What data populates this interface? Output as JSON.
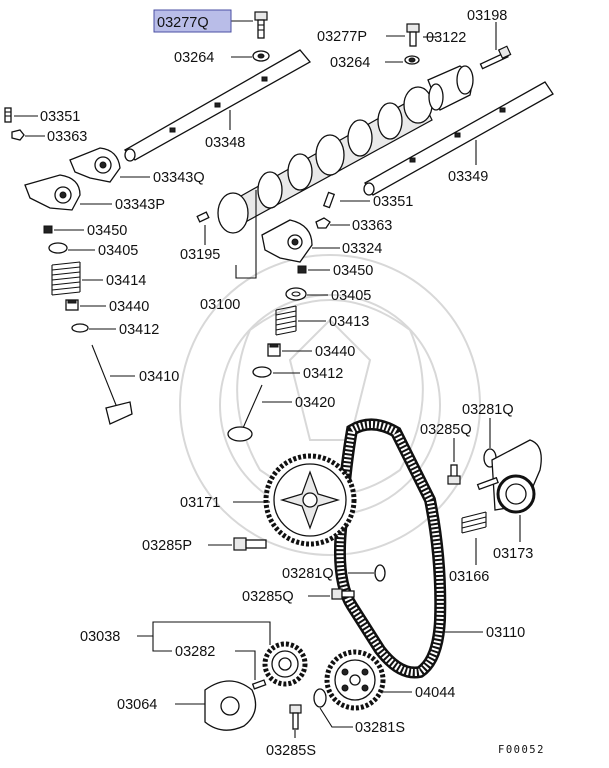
{
  "diagram": {
    "highlighted_part": "03277Q",
    "figure_ref": "F00052",
    "labels": {
      "p03277Q_hl": "03277Q",
      "p03264_a": "03264",
      "p03277P": "03277P",
      "p03122": "03122",
      "p03198": "03198",
      "p03264_b": "03264",
      "p03351_a": "03351",
      "p03363_a": "03363",
      "p03348": "03348",
      "p03343Q": "03343Q",
      "p03343P": "03343P",
      "p03349": "03349",
      "p03351_b": "03351",
      "p03363_b": "03363",
      "p03450_a": "03450",
      "p03405_a": "03405",
      "p03195": "03195",
      "p03324": "03324",
      "p03414": "03414",
      "p03450_b": "03450",
      "p03440_a": "03440",
      "p03100": "03100",
      "p03405_b": "03405",
      "p03412_a": "03412",
      "p03413": "03413",
      "p03410": "03410",
      "p03440_b": "03440",
      "p03412_b": "03412",
      "p03420": "03420",
      "p03281Q_a": "03281Q",
      "p03285Q_a": "03285Q",
      "p03171": "03171",
      "p03285P": "03285P",
      "p03173": "03173",
      "p03166": "03166",
      "p03281Q_b": "03281Q",
      "p03285Q_b": "03285Q",
      "p03110": "03110",
      "p03038": "03038",
      "p03282": "03282",
      "p04044": "04044",
      "p03064": "03064",
      "p03281S": "03281S",
      "p03285S": "03285S"
    }
  }
}
